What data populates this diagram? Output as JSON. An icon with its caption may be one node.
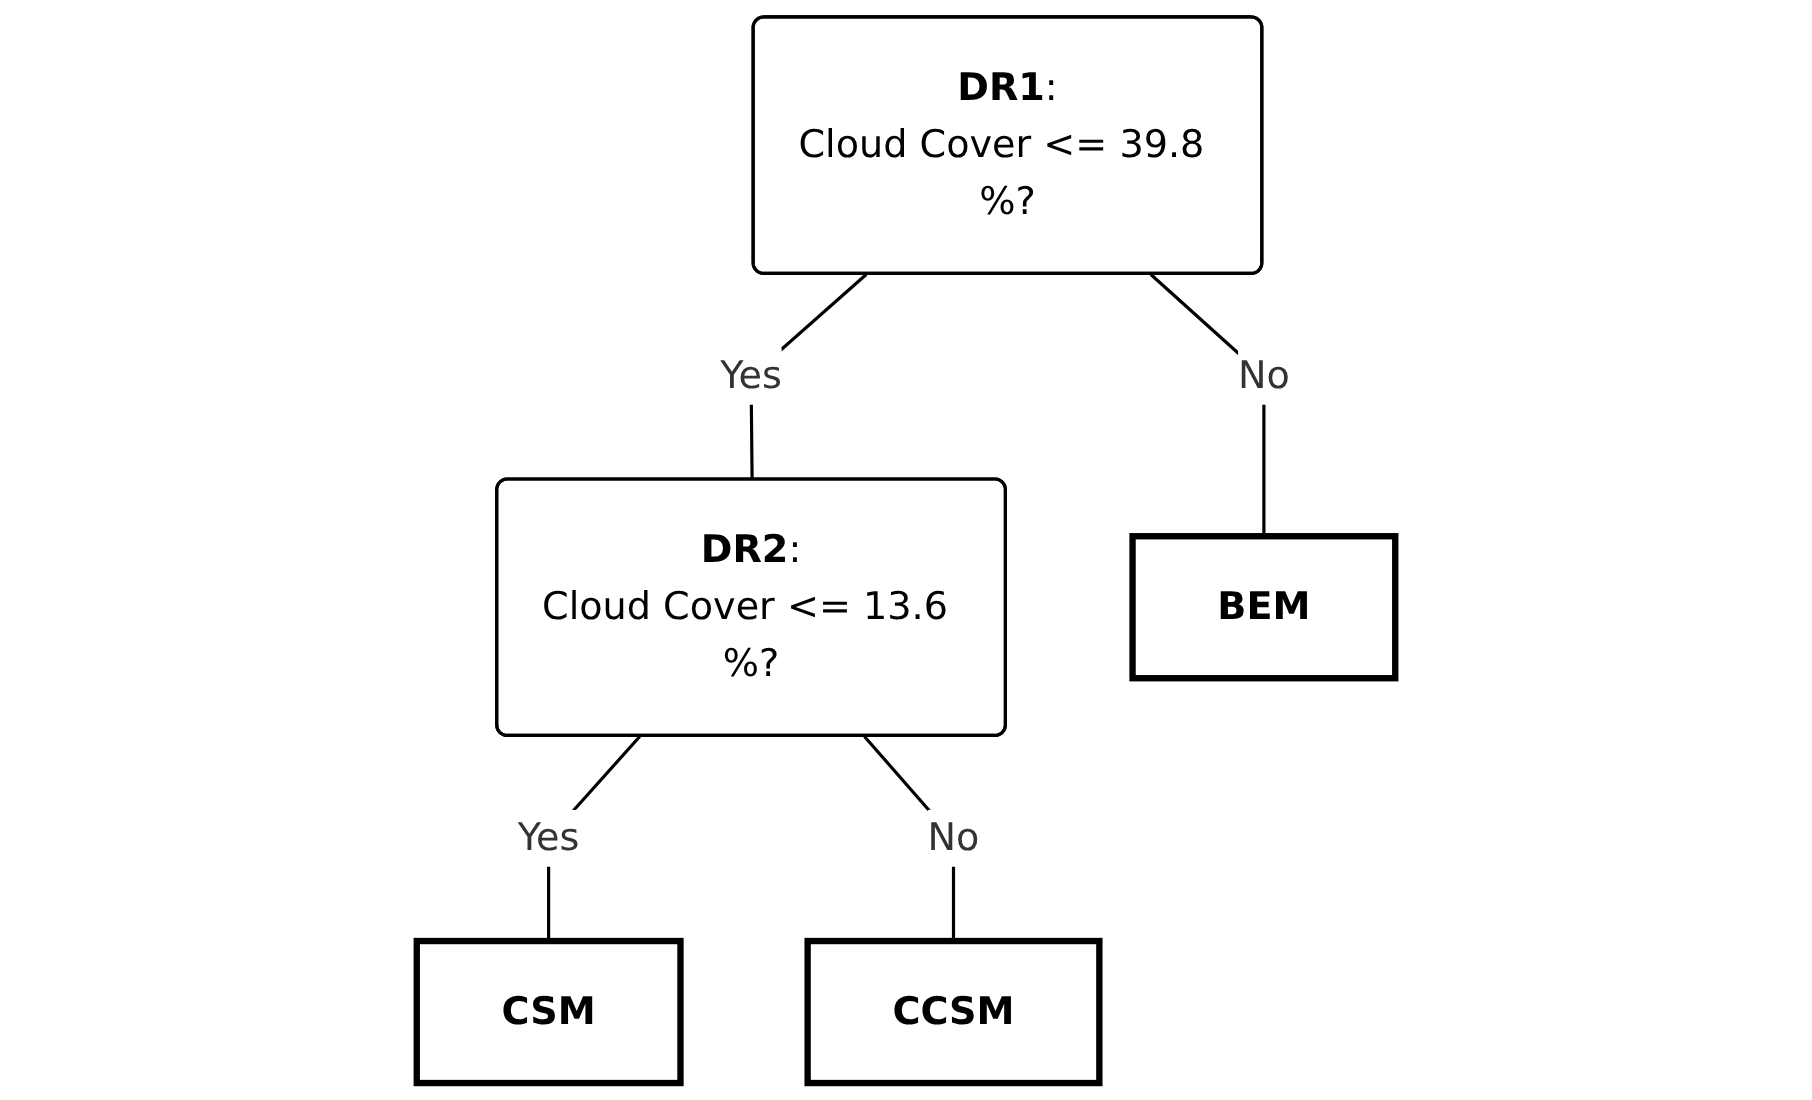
{
  "diagram": {
    "nodes": [
      {
        "text": [
          "**DR1**:",
          "Cloud Cover <= 39.8 %?"
        ]
      },
      {
        "text": [
          "**DR2**:",
          "Cloud Cover <= 13.6 %?"
        ]
      },
      {
        "text": [
          "BEM"
        ]
      },
      {
        "text": [
          "CSM"
        ]
      },
      {
        "text": [
          "CCSM"
        ]
      }
    ],
    "edges": [
      {
        "from": 0,
        "to": 1,
        "arrow": "none",
        "label": "Yes"
      },
      {
        "from": 0,
        "to": 2,
        "arrow": "none",
        "label": "No"
      },
      {
        "from": 1,
        "to": 3,
        "arrow": "none",
        "label": "Yes"
      },
      {
        "from": 1,
        "to": 4,
        "arrow": "none",
        "label": "No"
      }
    ]
  }
}
